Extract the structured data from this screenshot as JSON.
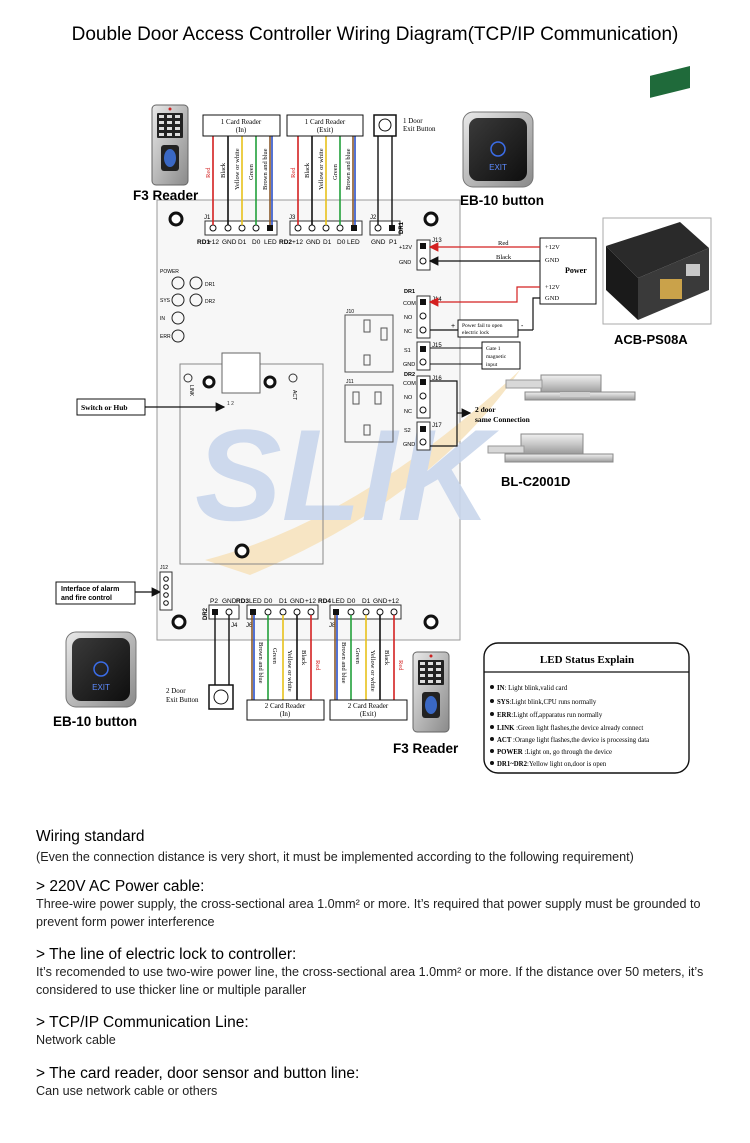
{
  "title": "Double Door Access Controller Wiring Diagram(TCP/IP Communication)",
  "devices": {
    "reader_top": "F3 Reader",
    "reader_bottom": "F3 Reader",
    "button_top": "EB-10 button",
    "button_bottom": "EB-10 button",
    "power_supply": "ACB-PS08A",
    "lock": "BL-C2001D",
    "exit_text": "EXIT"
  },
  "top_boxes": {
    "reader_in": [
      "1 Card Reader",
      "(In)"
    ],
    "reader_exit": [
      "1 Card Reader",
      "(Exit)"
    ],
    "door1_button": [
      "1 Door",
      "Exit Button"
    ]
  },
  "bottom_boxes": {
    "reader_in": [
      "2 Card Reader",
      "(In)"
    ],
    "reader_exit": [
      "2 Card Reader",
      "(Exit)"
    ],
    "door2_button": [
      "2 Door",
      "Exit Button"
    ]
  },
  "wire_colors_top": [
    "Red",
    "Black",
    "Yellow or white",
    "Green",
    "Brown and blue"
  ],
  "wire_colors_bottom": [
    "Brown and blue",
    "Green",
    "Yellow or white",
    "Black",
    "Red"
  ],
  "connectors": {
    "j1": "J1",
    "j3": "J3",
    "j2": "J2",
    "j13": "J13",
    "j14": "J14",
    "j15": "J15",
    "j16": "J16",
    "j17": "J17",
    "j4": "J4",
    "j6": "J6",
    "j8": "J8",
    "j12": "J12",
    "j10": "J10",
    "j11": "J11",
    "rd1": "RD1",
    "rd2": "RD2",
    "rd3": "RD3",
    "rd4": "RD4",
    "dr1": "DR1",
    "dr2": "DR2",
    "p1": "P1",
    "p2": "P2",
    "s1": "S1",
    "s2": "S2",
    "com": "COM",
    "no": "NO",
    "nc": "NC",
    "gnd": "GND",
    "v12": "+12V",
    "p12": "+12",
    "d0": "D0",
    "d1": "D1",
    "led": "LED",
    "link": "LINK",
    "act": "ACT"
  },
  "reader_pins_top": [
    "+12",
    "GND",
    "D1",
    "D0",
    "LED"
  ],
  "reader_pins_bottom": [
    "LED",
    "D0",
    "D1",
    "GND",
    "+12"
  ],
  "status_leds": [
    "POWER",
    "SYS",
    "IN",
    "ERR",
    "DR1",
    "DR2"
  ],
  "power": {
    "label": "Power",
    "red": "Red",
    "black": "Black",
    "v12_a": "+12V",
    "gnd_a": "GND",
    "v12_b": "+12V",
    "gnd_b": "GND",
    "fail_note": [
      "Power fail to open",
      "electric lock"
    ],
    "gate_note": [
      "Gate 1",
      "magnetic",
      "input"
    ],
    "plus": "+",
    "minus": "-"
  },
  "door_connection": [
    "2 door",
    "same Connection"
  ],
  "switch_label": "Switch or Hub",
  "alarm_label": [
    "Interface of alarm",
    "and fire control"
  ],
  "led_status": {
    "title": "LED Status Explain",
    "items": [
      {
        "key": "IN",
        "text": ": Light blink,valid card"
      },
      {
        "key": "SYS",
        "text": ":Light blink,CPU runs normally"
      },
      {
        "key": "ERR",
        "text": ":Light off,apparatus run normally"
      },
      {
        "key": "LINK",
        "text": " :Green light flashes,the device already connect"
      },
      {
        "key": "ACT",
        "text": " :Orange light flashes,the device is processing data"
      },
      {
        "key": "POWER",
        "text": " :Light on, go through the device"
      },
      {
        "key": "DR1~DR2",
        "text": ":Yellow light on,door is open"
      }
    ]
  },
  "watermark": "SLIK",
  "wiring": {
    "heading": "Wiring standard",
    "note": "(Even the connection distance is very short, it must be implemented according to the following requirement)",
    "sections": [
      {
        "heading": "> 220V AC Power cable:",
        "text": "Three-wire power supply, the cross-sectional area 1.0mm² or more. It’s required that power supply must be grounded to prevent form power interference"
      },
      {
        "heading": "> The line of electric lock to controller:",
        "text": "It’s recomended to use two-wire power line, the cross-sectional area 1.0mm² or more. If the distance over 50 meters, it’s considered to use thicker line or multiple paraller"
      },
      {
        "heading": "> TCP/IP Communication Line:",
        "text": "Network cable"
      },
      {
        "heading": "> The card reader, door sensor and button line:",
        "text": "Can use network cable or others"
      }
    ]
  },
  "colors": {
    "red": "#d42020",
    "black": "#111111",
    "yellow": "#e8c21a",
    "green": "#22a03a",
    "brown": "#8a5a2b",
    "blue": "#2a50c8",
    "board": "#f6f6f6",
    "watermark_blue": "#c9d6ec",
    "watermark_orange": "#f7e4bf"
  }
}
